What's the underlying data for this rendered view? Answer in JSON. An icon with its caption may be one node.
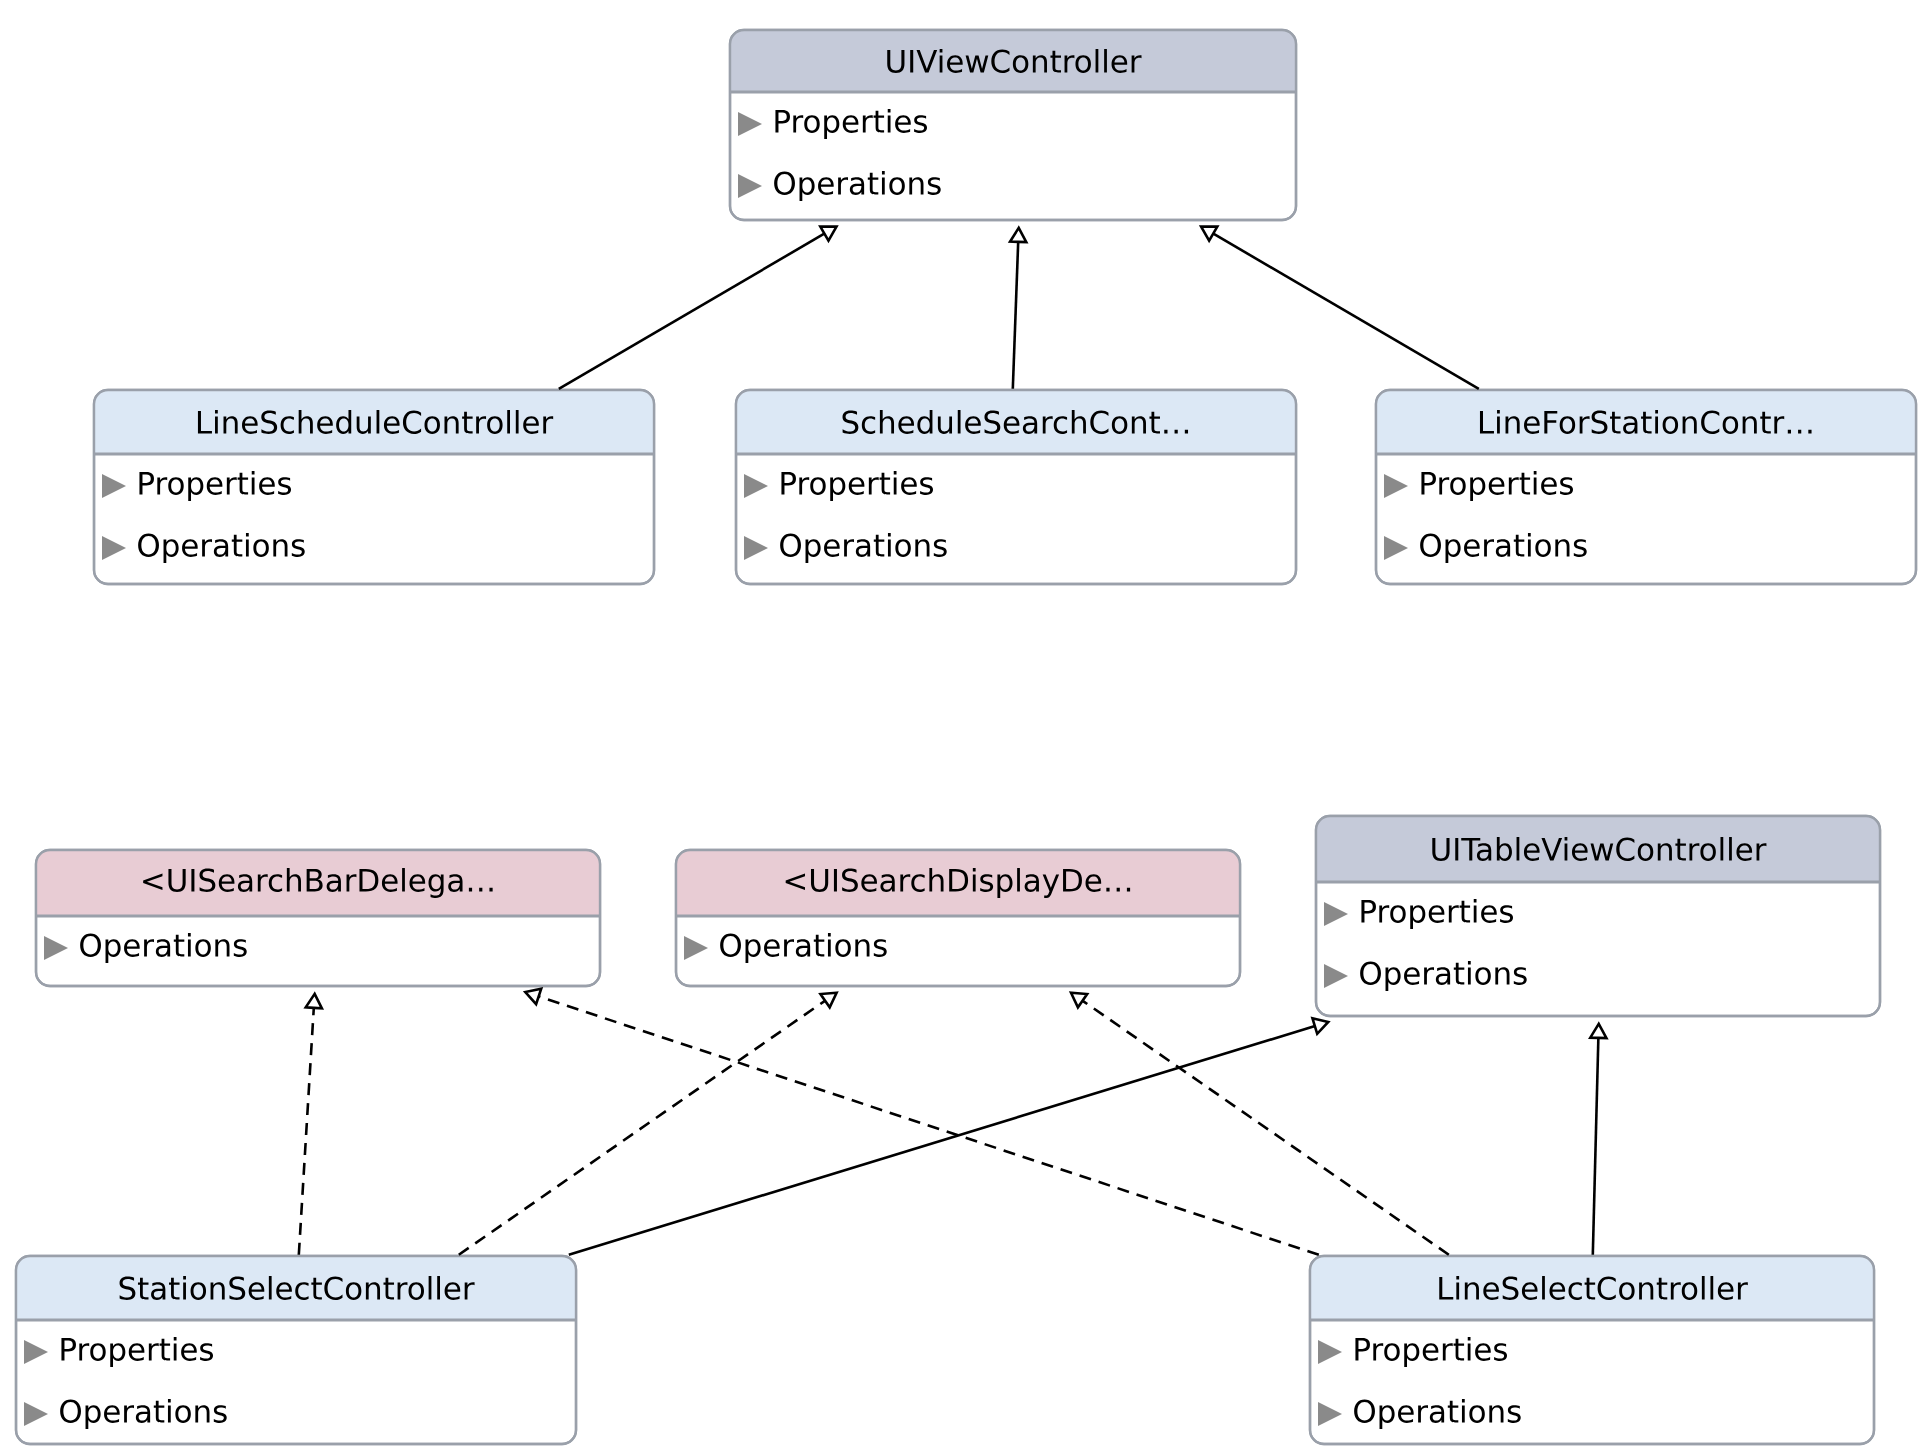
{
  "diagram": {
    "nodes": [
      {
        "text": [
          "UIViewController",
          "Properties",
          "Operations"
        ]
      },
      {
        "text": [
          "LineScheduleController",
          "Properties",
          "Operations"
        ]
      },
      {
        "text": [
          "ScheduleSearchCont…",
          "Properties",
          "Operations"
        ]
      },
      {
        "text": [
          "LineForStationContr…",
          "Properties",
          "Operations"
        ]
      },
      {
        "text": [
          "<UISearchBarDelega…",
          "Operations"
        ]
      },
      {
        "text": [
          "<UISearchDisplayDe…",
          "Operations"
        ]
      },
      {
        "text": [
          "UITableViewController",
          "Properties",
          "Operations"
        ]
      },
      {
        "text": [
          "StationSelectController",
          "Properties",
          "Operations"
        ]
      },
      {
        "text": [
          "LineSelectController",
          "Properties",
          "Operations"
        ]
      }
    ],
    "edges": [
      {
        "from": 1,
        "to": 0,
        "arrow": "to"
      },
      {
        "from": 2,
        "to": 0,
        "arrow": "to"
      },
      {
        "from": 3,
        "to": 0,
        "arrow": "to"
      },
      {
        "from": 7,
        "to": 4,
        "arrow": "to",
        "style": "dashed"
      },
      {
        "from": 7,
        "to": 5,
        "arrow": "to",
        "style": "dashed"
      },
      {
        "from": 7,
        "to": 6,
        "arrow": "to"
      },
      {
        "from": 8,
        "to": 4,
        "arrow": "to",
        "style": "dashed"
      },
      {
        "from": 8,
        "to": 5,
        "arrow": "to",
        "style": "dashed"
      },
      {
        "from": 8,
        "to": 6,
        "arrow": "to"
      }
    ]
  }
}
